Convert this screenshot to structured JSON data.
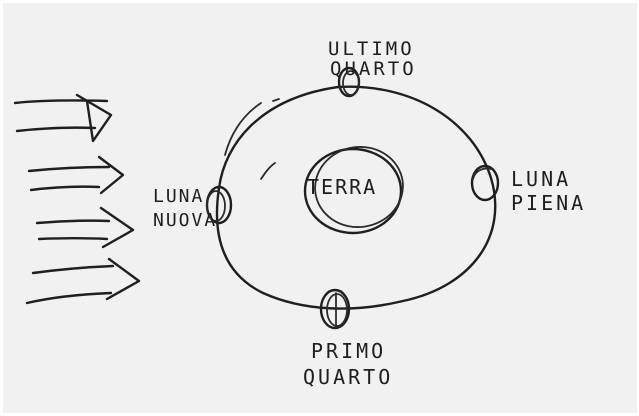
{
  "labels": {
    "ultimo_quarto": [
      "ULTIMO",
      "QUARTO"
    ],
    "luna_piena": [
      "LUNA",
      "PIENA"
    ],
    "luna_nuova": [
      "LUNA",
      "NUOVA"
    ],
    "primo_quarto": [
      "PRIMO",
      "QUARTO"
    ],
    "terra": "TERRA"
  },
  "colors": {
    "ink": "#1f1f1f",
    "paper": "#f1f1f1"
  }
}
